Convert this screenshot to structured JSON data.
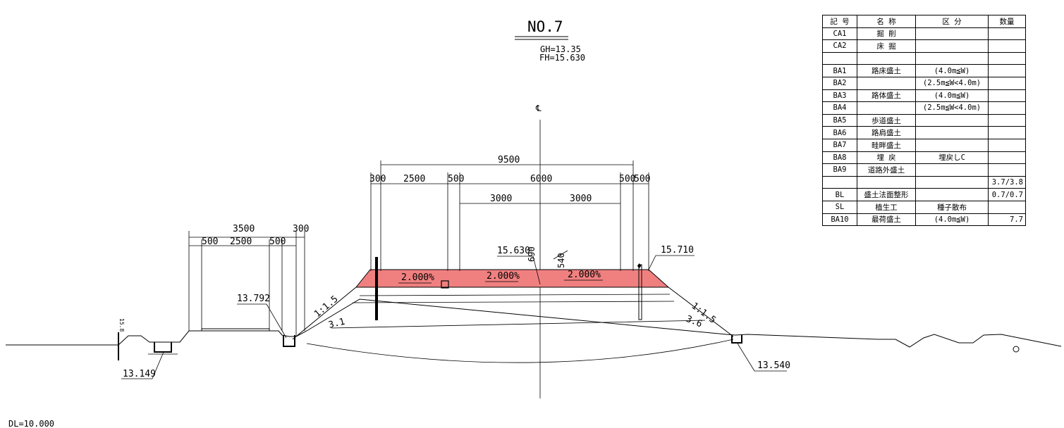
{
  "title": "NO.7",
  "ground_height": "GH=13.35",
  "formation_height": "FH=15.630",
  "centerline_symbol": "℄",
  "datum_level": "DL=10.000",
  "colors": {
    "embankment_fill": "#f08080",
    "line": "#000000"
  },
  "dimensions": {
    "overall": "9500",
    "d300": "300",
    "d2500": "2500",
    "d500": "500",
    "d6000": "6000",
    "d500r": "500",
    "d500r2": "500",
    "d3000a": "3000",
    "d3000b": "3000",
    "left_3500": "3500",
    "left_300": "300",
    "left_500a": "500",
    "left_2500": "2500",
    "left_500b": "500",
    "v690": "690",
    "v540": "540"
  },
  "elevations": {
    "center": "15.630",
    "right_shoulder": "15.710",
    "left_ditch_top": "13.792",
    "left_far": "13.149",
    "right_ditch": "13.540",
    "scale_mark": "15.8"
  },
  "slopes": {
    "left_cross": "2.000%",
    "center_cross": "2.000%",
    "right_cross": "2.000%",
    "left_side": "1:1.5",
    "right_side": "1:1.5",
    "left_length": "3.1",
    "right_length": "3.6"
  },
  "table": {
    "headers": [
      "記 号",
      "名 称",
      "区 分",
      "数量"
    ],
    "rows": [
      [
        "CA1",
        "掘 削",
        "",
        ""
      ],
      [
        "CA2",
        "床 掘",
        "",
        ""
      ],
      [
        "",
        "",
        "",
        ""
      ],
      [
        "BA1",
        "路床盛土",
        "(4.0m≦W)",
        ""
      ],
      [
        "BA2",
        "",
        "(2.5m≦W<4.0m)",
        ""
      ],
      [
        "BA3",
        "路体盛土",
        "(4.0m≦W)",
        ""
      ],
      [
        "BA4",
        "",
        "(2.5m≦W<4.0m)",
        ""
      ],
      [
        "BA5",
        "歩道盛土",
        "",
        ""
      ],
      [
        "BA6",
        "路肩盛土",
        "",
        ""
      ],
      [
        "BA7",
        "畦畔盛土",
        "",
        ""
      ],
      [
        "BA8",
        "埋 戻",
        "埋戻しC",
        ""
      ],
      [
        "BA9",
        "道路外盛土",
        "",
        ""
      ],
      [
        "",
        "",
        "",
        "3.7/3.8"
      ],
      [
        "BL",
        "盛土法面整形",
        "",
        "0.7/0.7"
      ],
      [
        "SL",
        "植生工",
        "種子散布",
        ""
      ],
      [
        "BA10",
        "最荷盛土",
        "(4.0m≦W)",
        "7.7"
      ]
    ]
  }
}
